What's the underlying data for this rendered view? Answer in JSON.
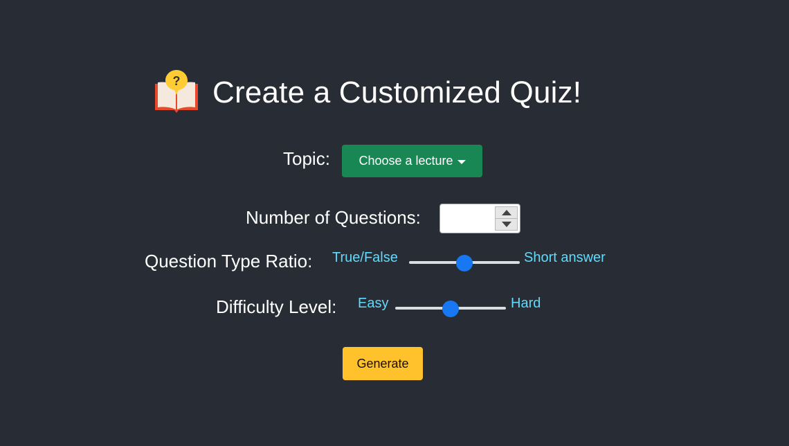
{
  "title": "Create a Customized Quiz!",
  "icon": "book-question-icon",
  "colors": {
    "background": "#282c34",
    "topic_button": "#198754",
    "generate_button": "#ffc22d",
    "accent_text": "#61dafb",
    "slider_thumb": "#1877f2"
  },
  "topic": {
    "label": "Topic:",
    "dropdown_label": "Choose a lecture"
  },
  "num_questions": {
    "label": "Number of Questions:",
    "value": ""
  },
  "question_type_ratio": {
    "label": "Question Type Ratio:",
    "left_label": "True/False",
    "right_label": "Short answer",
    "value": 0.5
  },
  "difficulty": {
    "label": "Difficulty Level:",
    "left_label": "Easy",
    "right_label": "Hard",
    "value": 0.5
  },
  "generate_label": "Generate"
}
